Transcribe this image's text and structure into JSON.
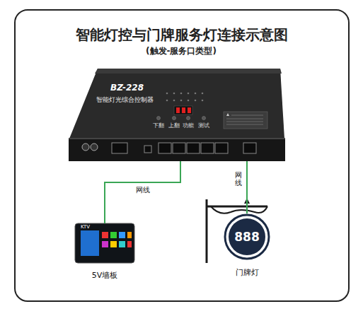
{
  "diagram": {
    "title": "智能灯控与门牌服务灯连接示意图",
    "nodes": [
      {
        "text": [
          "BZ-228",
          "智能灯光综合控制器"
        ]
      },
      {
        "text": [
          "KTV",
          "5V墙板"
        ]
      },
      {
        "text": [
          "888",
          "门牌灯"
        ]
      }
    ],
    "edges": [
      {
        "from": 0,
        "to": 1,
        "label": "网线",
        "arrow": "none"
      },
      {
        "from": 0,
        "to": 2,
        "label": "网线",
        "arrow": "none"
      }
    ],
    "labels": [
      "(触发-服务口类型)",
      "下翻",
      "上翻",
      "功能",
      "测试"
    ]
  }
}
